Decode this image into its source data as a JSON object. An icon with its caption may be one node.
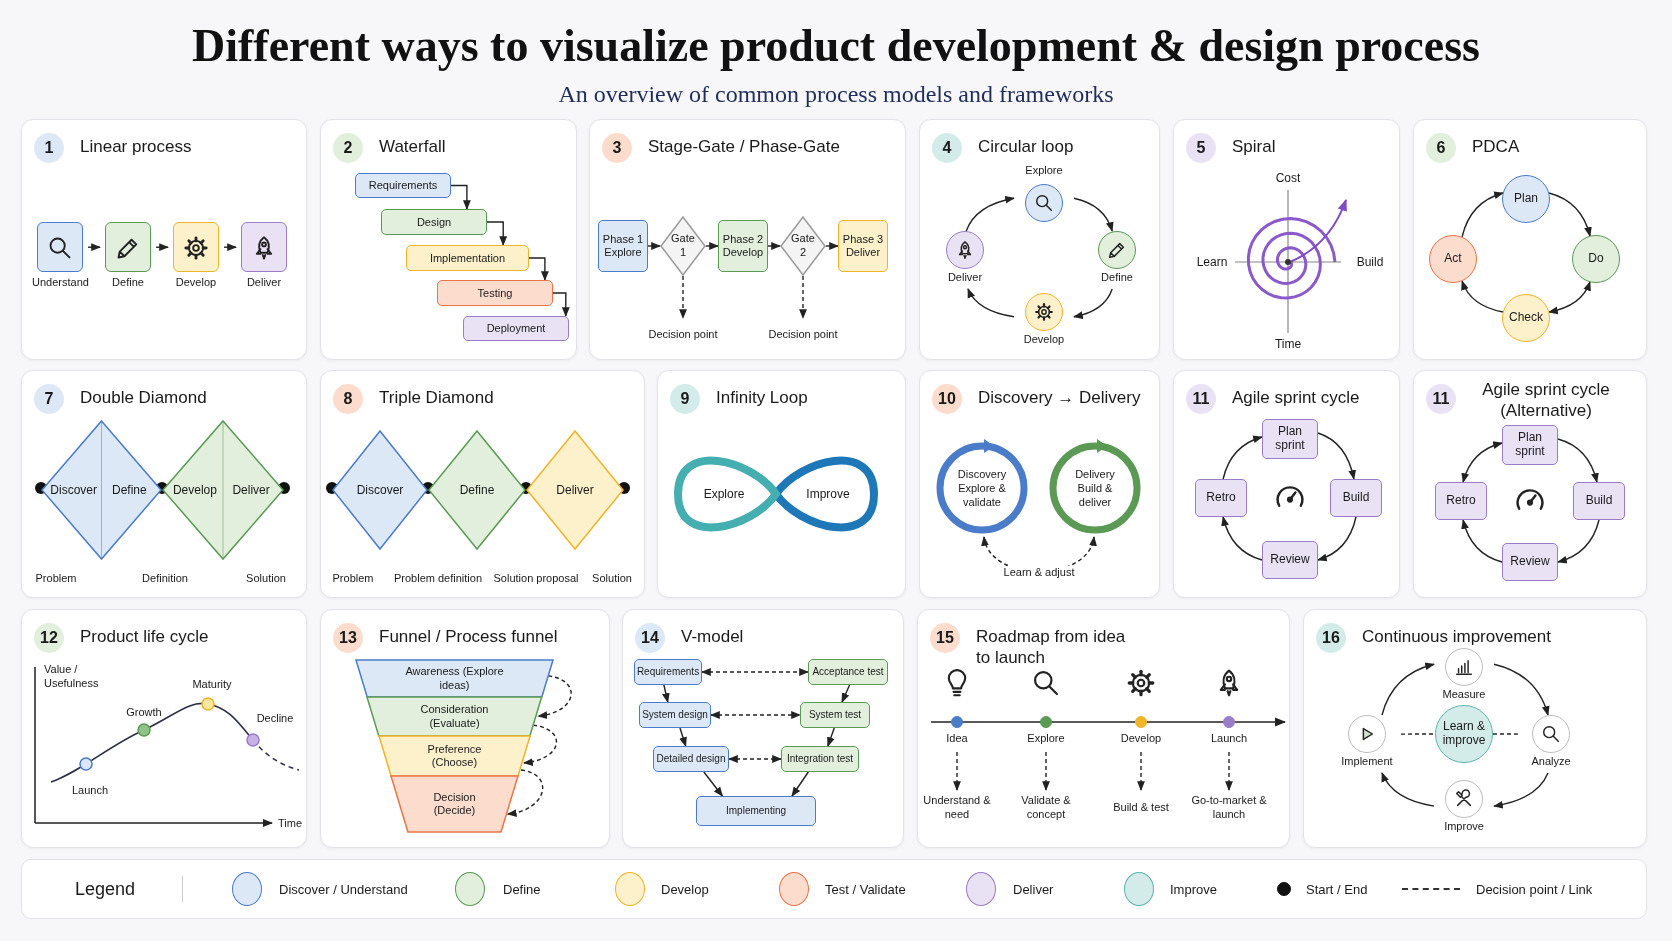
{
  "diagram": {
    "title": "Different ways to visualize product development & design process",
    "nodes": [
      {
        "text": [
          "1",
          "Linear process"
        ]
      },
      {
        "text": [
          "Understand"
        ],
        "in": 0
      },
      {
        "text": [
          "Define"
        ],
        "in": 0
      },
      {
        "text": [
          "Develop"
        ],
        "in": 0
      },
      {
        "text": [
          "Deliver"
        ],
        "in": 0
      },
      {
        "text": [
          "2",
          "Waterfall"
        ]
      },
      {
        "text": [
          "Requirements"
        ],
        "in": 5
      },
      {
        "text": [
          "Design"
        ],
        "in": 5
      },
      {
        "text": [
          "Implementation"
        ],
        "in": 5
      },
      {
        "text": [
          "Testing"
        ],
        "in": 5
      },
      {
        "text": [
          "Deployment"
        ],
        "in": 5
      },
      {
        "text": [
          "3",
          "Stage-Gate / Phase-Gate"
        ]
      },
      {
        "text": [
          "Phase 1 Explore"
        ],
        "in": 11
      },
      {
        "text": [
          "Gate 1"
        ],
        "in": 11
      },
      {
        "text": [
          "Phase 2 Develop"
        ],
        "in": 11
      },
      {
        "text": [
          "Gate 2"
        ],
        "in": 11
      },
      {
        "text": [
          "Phase 3 Deliver"
        ],
        "in": 11
      },
      {
        "text": [
          "Decision point"
        ],
        "in": 11
      },
      {
        "text": [
          "Decision point"
        ],
        "in": 11
      },
      {
        "text": [
          "4",
          "Circular loop"
        ]
      },
      {
        "text": [
          "Explore"
        ],
        "in": 19
      },
      {
        "text": [
          "Define"
        ],
        "in": 19
      },
      {
        "text": [
          "Develop"
        ],
        "in": 19
      },
      {
        "text": [
          "Deliver"
        ],
        "in": 19
      },
      {
        "text": [
          "5",
          "Spiral"
        ]
      },
      {
        "text": [
          "6",
          "PDCA"
        ]
      },
      {
        "text": [
          "Plan"
        ],
        "in": 25
      },
      {
        "text": [
          "Do"
        ],
        "in": 25
      },
      {
        "text": [
          "Check"
        ],
        "in": 25
      },
      {
        "text": [
          "Act"
        ],
        "in": 25
      },
      {
        "text": [
          "7",
          "Double Diamond"
        ]
      },
      {
        "text": [
          "Discover",
          "Define"
        ],
        "in": 30
      },
      {
        "text": [
          "Develop",
          "Deliver"
        ],
        "in": 30
      },
      {
        "text": [
          "8",
          "Triple Diamond"
        ]
      },
      {
        "text": [
          "Discover"
        ],
        "in": 33
      },
      {
        "text": [
          "Define"
        ],
        "in": 33
      },
      {
        "text": [
          "Deliver"
        ],
        "in": 33
      },
      {
        "text": [
          "9",
          "Infinity Loop"
        ]
      },
      {
        "text": [
          "10",
          "Discovery → Delivery"
        ]
      },
      {
        "text": [
          "Discovery",
          "Explore & validate"
        ],
        "in": 38
      },
      {
        "text": [
          "Delivery",
          "Build & deliver"
        ],
        "in": 38
      },
      {
        "text": [
          "11",
          "Agile sprint cycle"
        ]
      },
      {
        "text": [
          "Plan sprint"
        ],
        "in": 41
      },
      {
        "text": [
          "Build"
        ],
        "in": 41
      },
      {
        "text": [
          "Review"
        ],
        "in": 41
      },
      {
        "text": [
          "Retro"
        ],
        "in": 41
      },
      {
        "text": [
          "11",
          "Agile sprint cycle (Alternative)"
        ]
      },
      {
        "text": [
          "Plan sprint"
        ],
        "in": 46
      },
      {
        "text": [
          "Build"
        ],
        "in": 46
      },
      {
        "text": [
          "Review"
        ],
        "in": 46
      },
      {
        "text": [
          "Retro"
        ],
        "in": 46
      },
      {
        "text": [
          "12",
          "Product life cycle"
        ]
      },
      {
        "text": [
          "13",
          "Funnel / Process funnel"
        ]
      },
      {
        "text": [
          "Awareness (Explore ideas)"
        ],
        "in": 52
      },
      {
        "text": [
          "Consideration (Evaluate)"
        ],
        "in": 52
      },
      {
        "text": [
          "Preference (Choose)"
        ],
        "in": 52
      },
      {
        "text": [
          "Decision (Decide)"
        ],
        "in": 52
      },
      {
        "text": [
          "14",
          "V-model"
        ]
      },
      {
        "text": [
          "Requirements"
        ],
        "in": 57
      },
      {
        "text": [
          "Acceptance test"
        ],
        "in": 57
      },
      {
        "text": [
          "System design"
        ],
        "in": 57
      },
      {
        "text": [
          "System test"
        ],
        "in": 57
      },
      {
        "text": [
          "Detailed design"
        ],
        "in": 57
      },
      {
        "text": [
          "Integration test"
        ],
        "in": 57
      },
      {
        "text": [
          "Implementing"
        ],
        "in": 57
      },
      {
        "text": [
          "15",
          "Roadmap from idea to launch"
        ]
      },
      {
        "text": [
          "Idea"
        ],
        "in": 65
      },
      {
        "text": [
          "Explore"
        ],
        "in": 65
      },
      {
        "text": [
          "Develop"
        ],
        "in": 65
      },
      {
        "text": [
          "Launch"
        ],
        "in": 65
      },
      {
        "text": [
          "Understand & need"
        ],
        "in": 65
      },
      {
        "text": [
          "Validate & concept"
        ],
        "in": 65
      },
      {
        "text": [
          "Build & test"
        ],
        "in": 65
      },
      {
        "text": [
          "Go-to-market & launch"
        ],
        "in": 65
      },
      {
        "text": [
          "16",
          "Continuous improvement"
        ]
      },
      {
        "text": [
          "Measure"
        ],
        "in": 74
      },
      {
        "text": [
          "Analyze"
        ],
        "in": 74
      },
      {
        "text": [
          "Improve"
        ],
        "in": 74
      },
      {
        "text": [
          "Implement"
        ],
        "in": 74
      },
      {
        "text": [
          "Learn & improve"
        ],
        "in": 74
      }
    ],
    "edges": [
      {
        "from": 1,
        "to": 2,
        "arrow": "to"
      },
      {
        "from": 2,
        "to": 3,
        "arrow": "to"
      },
      {
        "from": 3,
        "to": 4,
        "arrow": "to"
      },
      {
        "from": 6,
        "to": 7,
        "arrow": "to"
      },
      {
        "from": 7,
        "to": 8,
        "arrow": "to"
      },
      {
        "from": 8,
        "to": 9,
        "arrow": "to"
      },
      {
        "from": 9,
        "to": 10,
        "arrow": "to"
      },
      {
        "from": 12,
        "to": 13,
        "arrow": "to"
      },
      {
        "from": 13,
        "to": 14,
        "arrow": "to"
      },
      {
        "from": 14,
        "to": 15,
        "arrow": "to"
      },
      {
        "from": 15,
        "to": 16,
        "arrow": "to"
      },
      {
        "from": 13,
        "to": 17,
        "arrow": "to",
        "style": "dashed"
      },
      {
        "from": 15,
        "to": 18,
        "arrow": "to",
        "style": "dashed"
      },
      {
        "from": 20,
        "to": 21,
        "arrow": "to"
      },
      {
        "from": 21,
        "to": 22,
        "arrow": "to"
      },
      {
        "from": 22,
        "to": 23,
        "arrow": "to"
      },
      {
        "from": 23,
        "to": 20,
        "arrow": "to"
      },
      {
        "from": 26,
        "to": 27,
        "arrow": "to"
      },
      {
        "from": 27,
        "to": 28,
        "arrow": "both"
      },
      {
        "from": 28,
        "to": 29,
        "arrow": "to"
      },
      {
        "from": 29,
        "to": 26,
        "arrow": "to"
      },
      {
        "from": 39,
        "to": 40,
        "arrow": "both",
        "label": "Learn & adjust",
        "style": "dashed"
      },
      {
        "from": 42,
        "to": 43,
        "arrow": "to"
      },
      {
        "from": 43,
        "to": 44,
        "arrow": "to"
      },
      {
        "from": 44,
        "to": 45,
        "arrow": "to"
      },
      {
        "from": 45,
        "to": 42,
        "arrow": "to"
      },
      {
        "from": 47,
        "to": 48,
        "arrow": "to"
      },
      {
        "from": 48,
        "to": 49,
        "arrow": "to"
      },
      {
        "from": 49,
        "to": 50,
        "arrow": "to"
      },
      {
        "from": 50,
        "to": 47,
        "arrow": "both"
      },
      {
        "from": 53,
        "to": 54,
        "arrow": "to",
        "style": "dashed"
      },
      {
        "from": 54,
        "to": 55,
        "arrow": "to",
        "style": "dashed"
      },
      {
        "from": 55,
        "to": 56,
        "arrow": "to",
        "style": "dashed"
      },
      {
        "from": 58,
        "to": 59,
        "arrow": "both",
        "style": "dashed"
      },
      {
        "from": 58,
        "to": 60,
        "arrow": "to"
      },
      {
        "from": 60,
        "to": 61,
        "arrow": "both",
        "style": "dashed"
      },
      {
        "from": 59,
        "to": 61,
        "arrow": "to"
      },
      {
        "from": 60,
        "to": 62,
        "arrow": "to"
      },
      {
        "from": 62,
        "to": 63,
        "arrow": "both",
        "style": "dashed"
      },
      {
        "from": 61,
        "to": 63,
        "arrow": "to"
      },
      {
        "from": 62,
        "to": 64,
        "arrow": "to"
      },
      {
        "from": 63,
        "to": 64,
        "arrow": "to"
      },
      {
        "from": 66,
        "to": 70,
        "arrow": "to",
        "style": "dashed"
      },
      {
        "from": 67,
        "to": 71,
        "arrow": "to",
        "style": "dashed"
      },
      {
        "from": 68,
        "to": 72,
        "arrow": "to",
        "style": "dashed"
      },
      {
        "from": 69,
        "to": 73,
        "arrow": "to",
        "style": "dashed"
      },
      {
        "from": 75,
        "to": 76,
        "arrow": "to"
      },
      {
        "from": 76,
        "to": 77,
        "arrow": "to"
      },
      {
        "from": 77,
        "to": 78,
        "arrow": "to"
      },
      {
        "from": 78,
        "to": 75,
        "arrow": "to"
      },
      {
        "from": 78,
        "to": 79,
        "arrow": "none",
        "style": "dashed"
      },
      {
        "from": 79,
        "to": 76,
        "arrow": "none",
        "style": "dashed"
      }
    ],
    "labels": [
      "An overview of common process models and frameworks",
      "Cost",
      "Learn",
      "Build",
      "Time",
      "Problem",
      "Definition",
      "Solution",
      "Problem",
      "Problem definition",
      "Solution proposal",
      "Solution",
      "Explore",
      "Improve",
      "Value / Usefulness",
      "Maturity",
      "Growth",
      "Decline",
      "Launch",
      "Time",
      "Legend"
    ],
    "legend": [
      {
        "text": "Discover / Understand",
        "color": "#dde8f7"
      },
      {
        "text": "Define",
        "color": "#e1efdc"
      },
      {
        "text": "Develop",
        "color": "#fdf1cc"
      },
      {
        "text": "Test / Validate",
        "color": "#fcdccd"
      },
      {
        "text": "Deliver",
        "color": "#e9e2f4"
      },
      {
        "text": "Improve",
        "color": "#d3ece9"
      },
      {
        "text": "Start / End",
        "color": "#111111"
      },
      {
        "text": "Decision point / Link"
      }
    ]
  }
}
